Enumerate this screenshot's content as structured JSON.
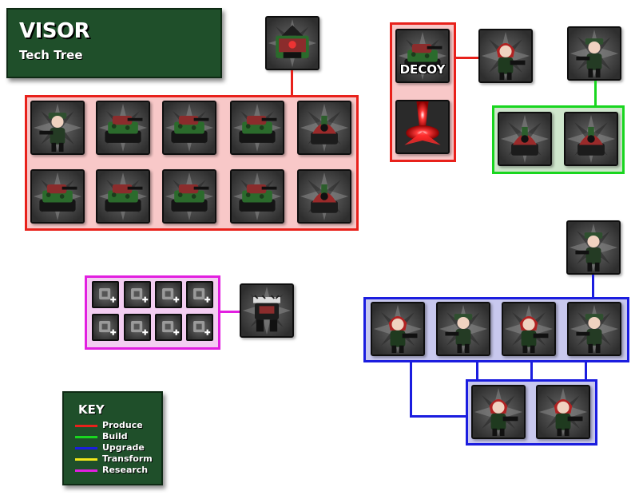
{
  "header": {
    "title": "VISOR",
    "subtitle": "Tech Tree"
  },
  "decoy_label": "DECOY",
  "key": {
    "title": "KEY",
    "items": [
      {
        "label": "Produce",
        "color": "#e8211b"
      },
      {
        "label": "Build",
        "color": "#19d61f"
      },
      {
        "label": "Upgrade",
        "color": "#1b1ddf"
      },
      {
        "label": "Transform",
        "color": "#f2e61b"
      },
      {
        "label": "Research",
        "color": "#e21fe0"
      }
    ]
  },
  "colors": {
    "panel": "#1f4f2a",
    "produce": "#e8211b",
    "build": "#19d61f",
    "upgrade": "#1b1ddf",
    "research": "#e21fe0"
  },
  "icons": {
    "factory": "factory-icon",
    "soldier": "soldier-icon",
    "tank": "tank-icon",
    "laser": "laser-beam-icon",
    "research": "research-upgrade-icon"
  }
}
